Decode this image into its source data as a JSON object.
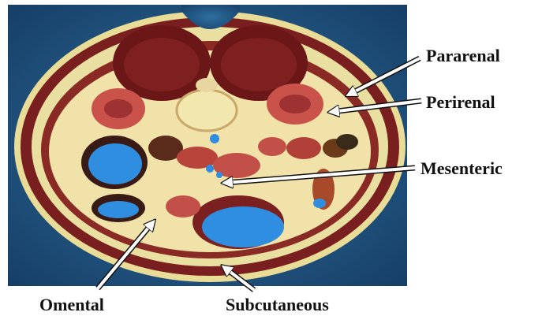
{
  "labels": {
    "pararenal": "Pararenal",
    "perirenal": "Perirenal",
    "mesenteric": "Mesenteric",
    "omental": "Omental",
    "subcutaneous": "Subcutaneous"
  },
  "colors": {
    "background_tissue": "#1f5a8a",
    "subcutaneous_fat": "#e9dd97",
    "muscle": "#7a1d1d",
    "fluid_blue": "#2f8ee0",
    "arrow": "#ffffff"
  }
}
